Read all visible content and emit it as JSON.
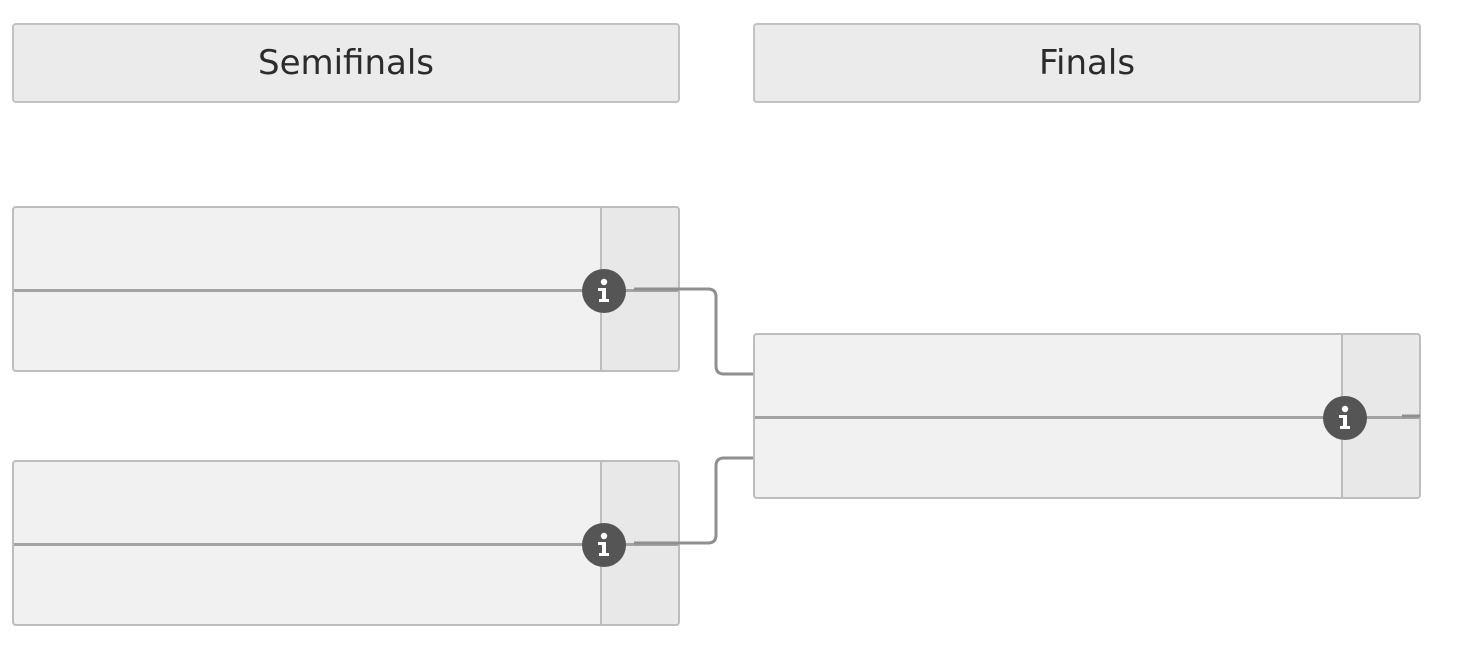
{
  "rounds": [
    {
      "title": "Semifinals"
    },
    {
      "title": "Finals"
    }
  ],
  "matches": [
    {
      "round": "Semifinals",
      "top_team": "",
      "bottom_team": "",
      "top_score": "",
      "bottom_score": "",
      "info_icon": "info-icon"
    },
    {
      "round": "Semifinals",
      "top_team": "",
      "bottom_team": "",
      "top_score": "",
      "bottom_score": "",
      "info_icon": "info-icon"
    },
    {
      "round": "Finals",
      "top_team": "",
      "bottom_team": "",
      "top_score": "",
      "bottom_score": "",
      "info_icon": "info-icon"
    }
  ],
  "colors": {
    "header_bg": "#ebebeb",
    "match_bg": "#f1f1f1",
    "score_bg": "#e8e8e8",
    "border": "#bdbdbd",
    "connector": "#8f8f8f",
    "info_icon": "#555555"
  }
}
